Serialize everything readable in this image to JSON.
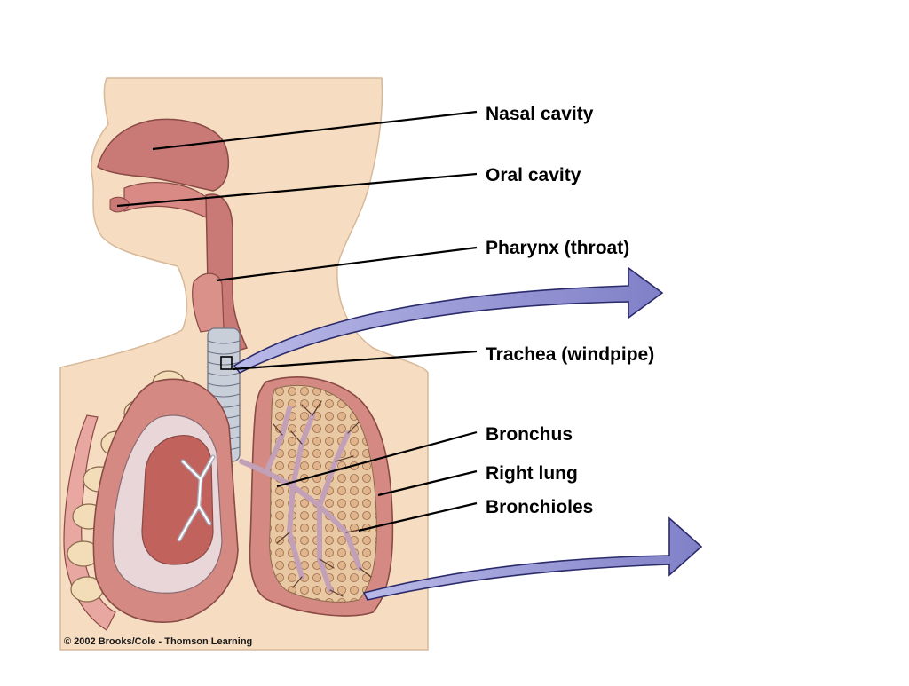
{
  "labels": {
    "nasal_cavity": "Nasal cavity",
    "oral_cavity": "Oral cavity",
    "pharynx": "Pharynx (throat)",
    "trachea": "Trachea (windpipe)",
    "bronchus": "Bronchus",
    "right_lung": "Right lung",
    "bronchioles": "Bronchioles"
  },
  "copyright": "© 2002 Brooks/Cole - Thomson Learning",
  "colors": {
    "skin": "#f6dcc0",
    "airway": "#c97a76",
    "lung_tissue": "#d48a82",
    "lung_dark": "#b8625c",
    "cartilage": "#c9cfd9",
    "rib": "#f3dcb8",
    "bronchiole": "#e8c29a",
    "arrow": "#8c8cd0",
    "arrow_stroke": "#2b2b6b",
    "leader_line": "#000000"
  }
}
